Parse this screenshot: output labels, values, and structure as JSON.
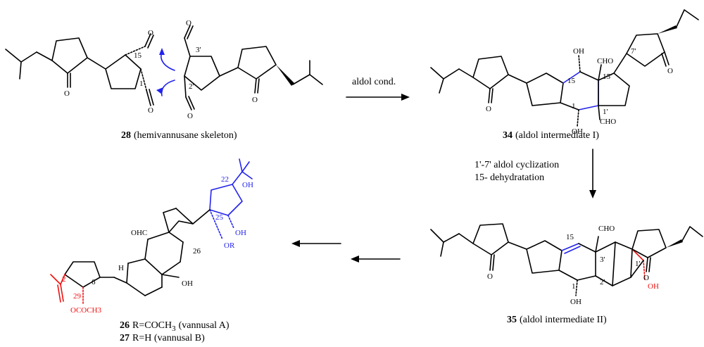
{
  "compound_28": {
    "number": "28",
    "caption": "(hemivannusane skeleton)",
    "locants": {
      "c15": "15",
      "c1": "1",
      "c3p": "3'",
      "c2p": "2'"
    },
    "atoms": {
      "o1": "O",
      "o2": "O",
      "o3": "O",
      "o4": "O",
      "o5": "O",
      "o6": "O"
    }
  },
  "step1": {
    "label": "aldol cond."
  },
  "compound_34": {
    "number": "34",
    "caption": "(aldol intermediate I)",
    "locants": {
      "c15": "15",
      "c15p": "15'",
      "c1": "1",
      "c1p": "1'",
      "c7p": "7'"
    },
    "atoms": {
      "oh_top": "OH",
      "cho_top": "CHO",
      "cho_bot": "CHO",
      "oh_bot": "OH",
      "o_a": "O",
      "o_b": "O"
    }
  },
  "step2": {
    "line1": "1'-7' aldol cyclization",
    "line2": "15- dehydratation"
  },
  "compound_35": {
    "number": "35",
    "caption": "(aldol intermediate II)",
    "locants": {
      "c15": "15",
      "c3p": "3'",
      "c2p": "2'",
      "c1": "1",
      "c1p": "1'"
    },
    "atoms": {
      "cho": "CHO",
      "oh_bot": "OH",
      "oh_red": "OH",
      "o_a": "O",
      "o_b": "O"
    }
  },
  "compound_26_27": {
    "line1_number": "26",
    "line1_text": "R=COCH",
    "line1_sub": "3",
    "line1_name": "(vannusal A)",
    "line2_number": "27",
    "line2_text": "R=H (vannusal B)",
    "locants": {
      "c22": "22",
      "c25": "25",
      "c26": "26",
      "c2": "2",
      "c6": "6",
      "c29": "29"
    },
    "atoms": {
      "oh_top": "OH",
      "oh_25": "OH",
      "or_26": "OR",
      "ohc": "OHC",
      "oh_ring": "OH",
      "h": "H",
      "oac": "OCOCH3"
    }
  },
  "colors": {
    "blue": "#2222ee",
    "red": "#ee1111",
    "black": "#000000"
  }
}
